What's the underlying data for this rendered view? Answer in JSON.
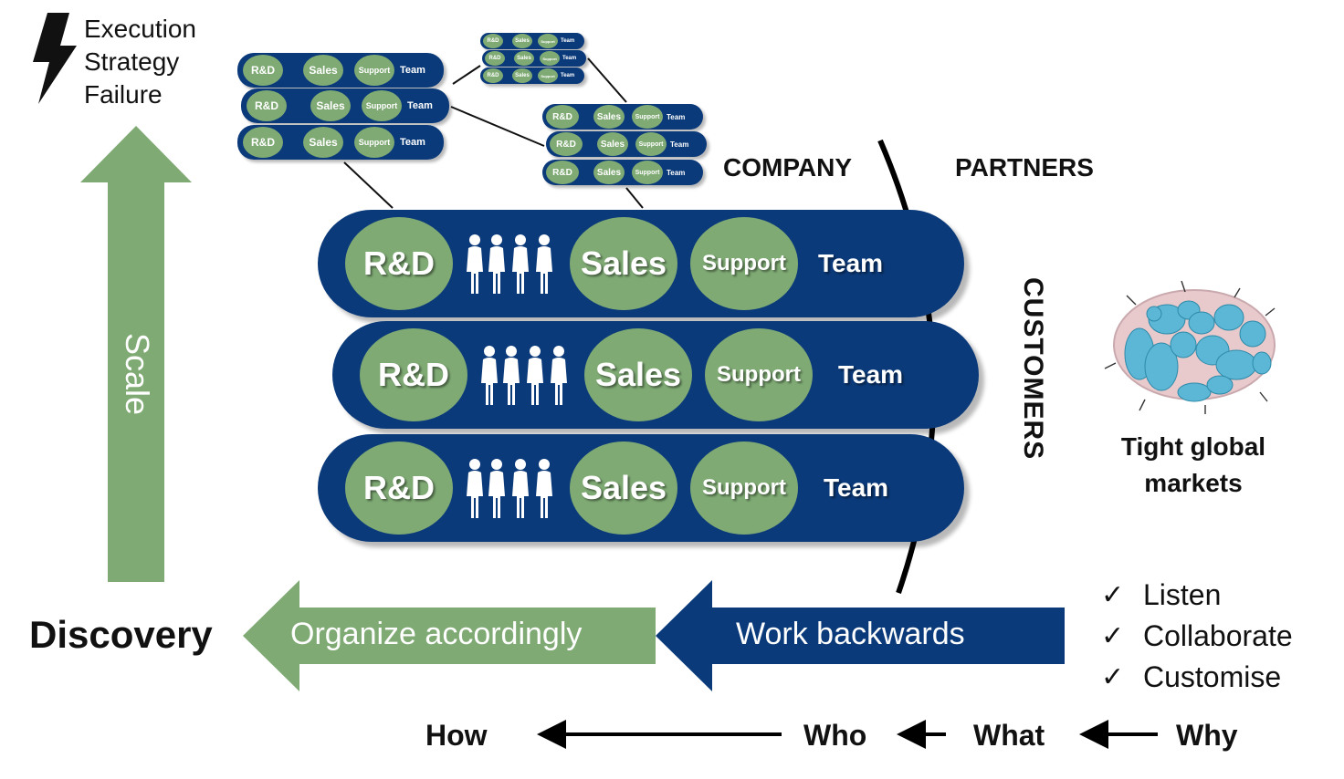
{
  "top_left": {
    "label": "Execution\nStrategy\nFailure",
    "icon": "lightning-bolt-icon"
  },
  "scale": {
    "label": "Scale"
  },
  "team_bar": {
    "rd": "R&D",
    "sales": "Sales",
    "support": "Support",
    "team": "Team"
  },
  "regions": {
    "company": "COMPANY",
    "partners": "PARTNERS",
    "customers": "CUSTOMERS"
  },
  "markets": {
    "label": "Tight global\nmarkets"
  },
  "checks": [
    "Listen",
    "Collaborate",
    "Customise"
  ],
  "check_symbol": "✓",
  "discovery": "Discovery",
  "flow": {
    "organize": "Organize accordingly",
    "work_backwards": "Work backwards"
  },
  "questions": {
    "how": "How",
    "who": "Who",
    "what": "What",
    "why": "Why"
  },
  "colors": {
    "navy": "#0b3a7a",
    "green": "#7faa74",
    "cell": "#5bb7d5"
  }
}
